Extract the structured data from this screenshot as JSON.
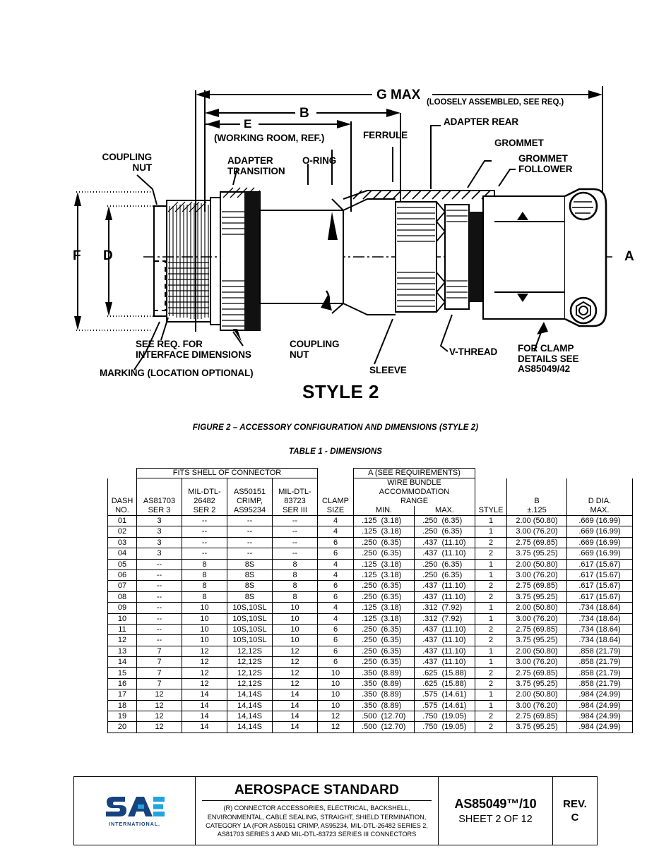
{
  "figure": {
    "style_title": "STYLE 2",
    "caption": "FIGURE 2 – ACCESSORY CONFIGURATION AND DIMENSIONS (STYLE 2)",
    "dimension_letters": {
      "g": "G MAX",
      "g_note": "(LOOSELY ASSEMBLED, SEE REQ.)",
      "b": "B",
      "e": "E",
      "e_note": "(WORKING ROOM, REF.)",
      "a": "A",
      "d": "D",
      "f": "F"
    },
    "callouts": {
      "coupling_nut_top": "COUPLING\nNUT",
      "adapter_transition": "ADAPTER\nTRANSITION",
      "o_ring": "O-RING",
      "ferrule": "FERRULE",
      "adapter_rear": "ADAPTER REAR",
      "grommet": "GROMMET",
      "grommet_follower": "GROMMET\nFOLLOWER",
      "see_req_interface": "SEE REQ. FOR\nINTERFACE DIMENSIONS",
      "marking": "MARKING (LOCATION OPTIONAL)",
      "coupling_nut_bottom": "COUPLING\nNUT",
      "sleeve": "SLEEVE",
      "v_thread": "V-THREAD",
      "clamp_details": "FOR CLAMP\nDETAILS SEE\nAS85049/42"
    }
  },
  "table": {
    "caption": "TABLE 1 - DIMENSIONS",
    "group_headers": {
      "fits_shell": "FITS SHELL OF CONNECTOR",
      "a_req": "A (SEE REQUIREMENTS)",
      "wire_bundle": "WIRE BUNDLE",
      "accommodation": "ACCOMMODATION",
      "range": "RANGE"
    },
    "columns": {
      "dash_l1": "DASH",
      "dash_l2": "NO.",
      "as81703_l1": "AS81703",
      "as81703_l2": "SER 3",
      "mil26482_l1": "MIL-DTL-",
      "mil26482_l2": "26482",
      "mil26482_l3": "SER 2",
      "as50151_l1": "AS50151",
      "as50151_l2": "CRIMP,",
      "as50151_l3": "AS95234",
      "mil83723_l1": "MIL-DTL-",
      "mil83723_l2": "83723",
      "mil83723_l3": "SER III",
      "clamp_l1": "CLAMP",
      "clamp_l2": "SIZE",
      "min": "MIN.",
      "max": "MAX.",
      "style": "STYLE",
      "b_l1": "B",
      "b_l2": "±.125",
      "ddia_l1": "D DIA.",
      "ddia_l2": "MAX."
    },
    "rows": [
      {
        "dash": "01",
        "as81703": "3",
        "mil26482": "--",
        "as50151": "--",
        "mil83723": "--",
        "clamp": "4",
        "min_in": ".125",
        "min_mm": "(3.18)",
        "max_in": ".250",
        "max_mm": "(6.35)",
        "style": "1",
        "b": "2.00 (50.80)",
        "ddia": ".669 (16.99)"
      },
      {
        "dash": "02",
        "as81703": "3",
        "mil26482": "--",
        "as50151": "--",
        "mil83723": "--",
        "clamp": "4",
        "min_in": ".125",
        "min_mm": "(3.18)",
        "max_in": ".250",
        "max_mm": "(6.35)",
        "style": "1",
        "b": "3.00 (76.20)",
        "ddia": ".669 (16.99)"
      },
      {
        "dash": "03",
        "as81703": "3",
        "mil26482": "--",
        "as50151": "--",
        "mil83723": "--",
        "clamp": "6",
        "min_in": ".250",
        "min_mm": "(6.35)",
        "max_in": ".437",
        "max_mm": "(11.10)",
        "style": "2",
        "b": "2.75 (69.85)",
        "ddia": ".669 (16.99)"
      },
      {
        "dash": "04",
        "as81703": "3",
        "mil26482": "--",
        "as50151": "--",
        "mil83723": "--",
        "clamp": "6",
        "min_in": ".250",
        "min_mm": "(6.35)",
        "max_in": ".437",
        "max_mm": "(11.10)",
        "style": "2",
        "b": "3.75 (95.25)",
        "ddia": ".669 (16.99)"
      },
      {
        "dash": "05",
        "as81703": "--",
        "mil26482": "8",
        "as50151": "8S",
        "mil83723": "8",
        "clamp": "4",
        "min_in": ".125",
        "min_mm": "(3.18)",
        "max_in": ".250",
        "max_mm": "(6.35)",
        "style": "1",
        "b": "2.00 (50.80)",
        "ddia": ".617 (15.67)"
      },
      {
        "dash": "06",
        "as81703": "--",
        "mil26482": "8",
        "as50151": "8S",
        "mil83723": "8",
        "clamp": "4",
        "min_in": ".125",
        "min_mm": "(3.18)",
        "max_in": ".250",
        "max_mm": "(6.35)",
        "style": "1",
        "b": "3.00 (76.20)",
        "ddia": ".617 (15.67)"
      },
      {
        "dash": "07",
        "as81703": "--",
        "mil26482": "8",
        "as50151": "8S",
        "mil83723": "8",
        "clamp": "6",
        "min_in": ".250",
        "min_mm": "(6.35)",
        "max_in": ".437",
        "max_mm": "(11.10)",
        "style": "2",
        "b": "2.75 (69.85)",
        "ddia": ".617 (15.67)"
      },
      {
        "dash": "08",
        "as81703": "--",
        "mil26482": "8",
        "as50151": "8S",
        "mil83723": "8",
        "clamp": "6",
        "min_in": ".250",
        "min_mm": "(6.35)",
        "max_in": ".437",
        "max_mm": "(11.10)",
        "style": "2",
        "b": "3.75 (95.25)",
        "ddia": ".617 (15.67)"
      },
      {
        "dash": "09",
        "as81703": "--",
        "mil26482": "10",
        "as50151": "10S,10SL",
        "mil83723": "10",
        "clamp": "4",
        "min_in": ".125",
        "min_mm": "(3.18)",
        "max_in": ".312",
        "max_mm": "(7.92)",
        "style": "1",
        "b": "2.00 (50.80)",
        "ddia": ".734 (18.64)"
      },
      {
        "dash": "10",
        "as81703": "--",
        "mil26482": "10",
        "as50151": "10S,10SL",
        "mil83723": "10",
        "clamp": "4",
        "min_in": ".125",
        "min_mm": "(3.18)",
        "max_in": ".312",
        "max_mm": "(7.92)",
        "style": "1",
        "b": "3.00 (76.20)",
        "ddia": ".734 (18.64)"
      },
      {
        "dash": "11",
        "as81703": "--",
        "mil26482": "10",
        "as50151": "10S,10SL",
        "mil83723": "10",
        "clamp": "6",
        "min_in": ".250",
        "min_mm": "(6.35)",
        "max_in": ".437",
        "max_mm": "(11.10)",
        "style": "2",
        "b": "2.75 (69.85)",
        "ddia": ".734 (18.64)"
      },
      {
        "dash": "12",
        "as81703": "--",
        "mil26482": "10",
        "as50151": "10S,10SL",
        "mil83723": "10",
        "clamp": "6",
        "min_in": ".250",
        "min_mm": "(6.35)",
        "max_in": ".437",
        "max_mm": "(11.10)",
        "style": "2",
        "b": "3.75 (95.25)",
        "ddia": ".734 (18.64)"
      },
      {
        "dash": "13",
        "as81703": "7",
        "mil26482": "12",
        "as50151": "12,12S",
        "mil83723": "12",
        "clamp": "6",
        "min_in": ".250",
        "min_mm": "(6.35)",
        "max_in": ".437",
        "max_mm": "(11.10)",
        "style": "1",
        "b": "2.00 (50.80)",
        "ddia": ".858 (21.79)"
      },
      {
        "dash": "14",
        "as81703": "7",
        "mil26482": "12",
        "as50151": "12,12S",
        "mil83723": "12",
        "clamp": "6",
        "min_in": ".250",
        "min_mm": "(6.35)",
        "max_in": ".437",
        "max_mm": "(11.10)",
        "style": "1",
        "b": "3.00 (76.20)",
        "ddia": ".858 (21.79)"
      },
      {
        "dash": "15",
        "as81703": "7",
        "mil26482": "12",
        "as50151": "12,12S",
        "mil83723": "12",
        "clamp": "10",
        "min_in": ".350",
        "min_mm": "(8.89)",
        "max_in": ".625",
        "max_mm": "(15.88)",
        "style": "2",
        "b": "2.75 (69.85)",
        "ddia": ".858 (21.79)"
      },
      {
        "dash": "16",
        "as81703": "7",
        "mil26482": "12",
        "as50151": "12,12S",
        "mil83723": "12",
        "clamp": "10",
        "min_in": ".350",
        "min_mm": "(8.89)",
        "max_in": ".625",
        "max_mm": "(15.88)",
        "style": "2",
        "b": "3.75 (95.25)",
        "ddia": ".858 (21.79)"
      },
      {
        "dash": "17",
        "as81703": "12",
        "mil26482": "14",
        "as50151": "14,14S",
        "mil83723": "14",
        "clamp": "10",
        "min_in": ".350",
        "min_mm": "(8.89)",
        "max_in": ".575",
        "max_mm": "(14.61)",
        "style": "1",
        "b": "2.00 (50.80)",
        "ddia": ".984 (24.99)"
      },
      {
        "dash": "18",
        "as81703": "12",
        "mil26482": "14",
        "as50151": "14,14S",
        "mil83723": "14",
        "clamp": "10",
        "min_in": ".350",
        "min_mm": "(8.89)",
        "max_in": ".575",
        "max_mm": "(14.61)",
        "style": "1",
        "b": "3.00 (76.20)",
        "ddia": ".984 (24.99)"
      },
      {
        "dash": "19",
        "as81703": "12",
        "mil26482": "14",
        "as50151": "14,14S",
        "mil83723": "14",
        "clamp": "12",
        "min_in": ".500",
        "min_mm": "(12.70)",
        "max_in": ".750",
        "max_mm": "(19.05)",
        "style": "2",
        "b": "2.75 (69.85)",
        "ddia": ".984 (24.99)"
      },
      {
        "dash": "20",
        "as81703": "12",
        "mil26482": "14",
        "as50151": "14,14S",
        "mil83723": "14",
        "clamp": "12",
        "min_in": ".500",
        "min_mm": "(12.70)",
        "max_in": ".750",
        "max_mm": "(19.05)",
        "style": "2",
        "b": "3.75 (95.25)",
        "ddia": ".984 (24.99)"
      }
    ]
  },
  "title_block": {
    "logo_text": "SAE",
    "logo_sub": "INTERNATIONAL.",
    "standard_title": "AEROSPACE STANDARD",
    "description": "(R) CONNECTOR ACCESSORIES, ELECTRICAL, BACKSHELL, ENVIRONMENTAL, CABLE SEALING, STRAIGHT, SHIELD TERMINATION, CATEGORY 1A (FOR AS50151 CRIMP, AS95234, MIL-DTL-26482 SERIES 2, AS81703 SERIES 3 AND MIL-DTL-83723 SERIES III CONNECTORS",
    "doc_number": "AS85049™/10",
    "sheet": "SHEET 2 OF 12",
    "rev_label": "REV.",
    "rev_value": "C"
  },
  "colors": {
    "ink": "#000000",
    "sae_dark_blue": "#16437e",
    "sae_light_blue": "#21a3dd",
    "page_background": "#ffffff"
  }
}
